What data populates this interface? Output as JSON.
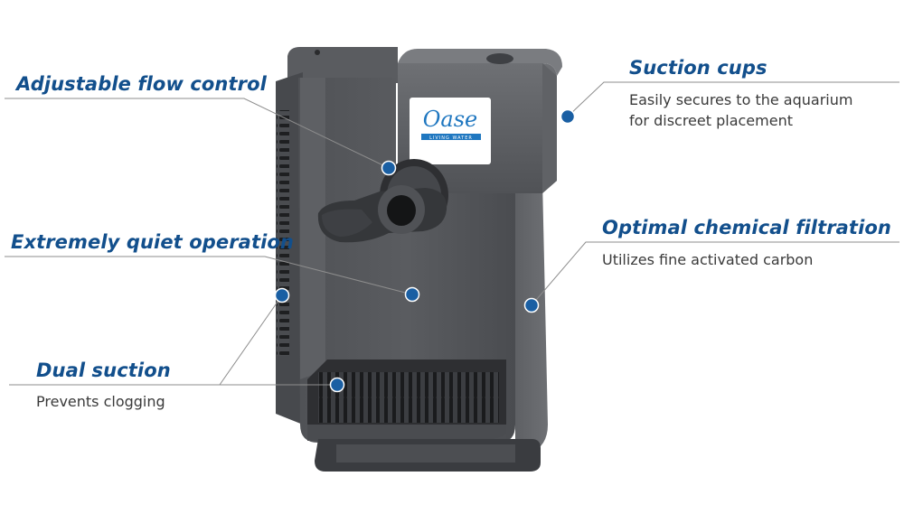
{
  "brand": {
    "logo": "Oase",
    "tagline": "LIVING WATER"
  },
  "features": {
    "flow": {
      "title": "Adjustable flow control"
    },
    "quiet": {
      "title": "Extremely quiet operation"
    },
    "suction": {
      "title": "Dual suction",
      "description": "Prevents clogging"
    },
    "cups": {
      "title": "Suction cups",
      "description_lines": [
        "Easily secures to the aquarium",
        "for discreet placement"
      ]
    },
    "filtration": {
      "title": "Optimal chemical filtration",
      "description": "Utilizes fine activated carbon"
    }
  },
  "colors": {
    "accent": "#124f8c",
    "marker": "#1a5fa3",
    "leader_line": "#8d8d8d",
    "body_dark": "#3d3f42",
    "body_mid": "#56585c",
    "body_light": "#6c6e72",
    "text": "#3a3a3a"
  }
}
